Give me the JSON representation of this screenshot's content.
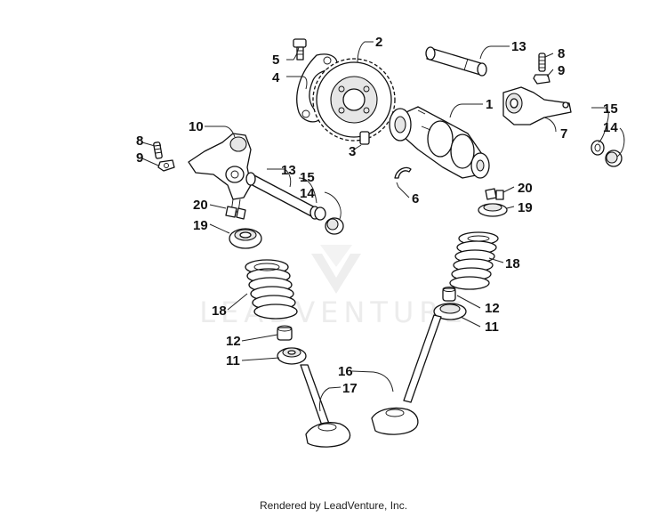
{
  "watermark": {
    "text": "LEADVENTURE"
  },
  "footer": {
    "credit": "Rendered by LeadVenture, Inc."
  },
  "callouts": [
    "1",
    "2",
    "3",
    "4",
    "5",
    "6",
    "7",
    "8",
    "9",
    "10",
    "11",
    "12",
    "13",
    "14",
    "15",
    "16",
    "17",
    "18",
    "19",
    "20"
  ],
  "labels": {
    "l1": "1",
    "l2": "2",
    "l3": "3",
    "l4": "4",
    "l5": "5",
    "l6": "6",
    "l7": "7",
    "l8a": "8",
    "l8b": "8",
    "l9a": "9",
    "l9b": "9",
    "l10": "10",
    "l11a": "11",
    "l11b": "11",
    "l12a": "12",
    "l12b": "12",
    "l13a": "13",
    "l13b": "13",
    "l14a": "14",
    "l14b": "14",
    "l15a": "15",
    "l15b": "15",
    "l16": "16",
    "l17": "17",
    "l18a": "18",
    "l18b": "18",
    "l19a": "19",
    "l19b": "19",
    "l20a": "20",
    "l20b": "20"
  }
}
